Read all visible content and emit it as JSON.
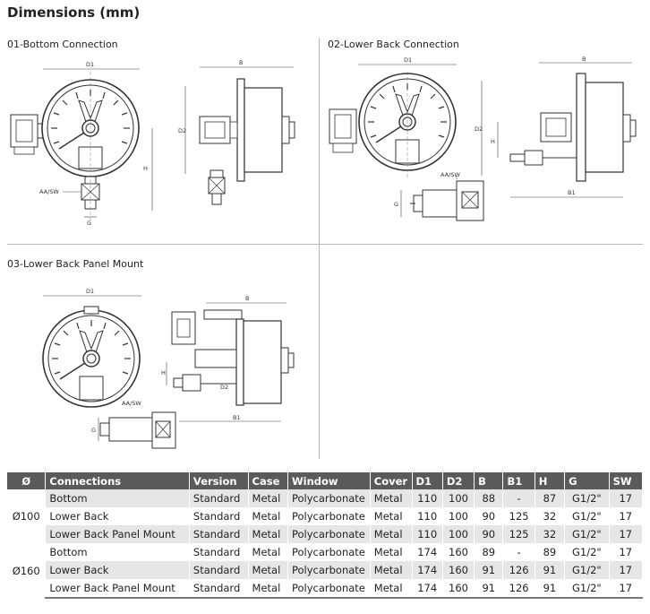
{
  "title": "Dimensions (mm)",
  "sections": {
    "s01": "01-Bottom Connection",
    "s02": "02-Lower Back Connection",
    "s03": "03-Lower Back Panel Mount"
  },
  "dim_labels": {
    "d1": "D1",
    "d2": "D2",
    "b": "B",
    "b1": "B1",
    "h": "H",
    "g": "G",
    "aasw": "AA/SW"
  },
  "table": {
    "headers": [
      "Ø",
      "Connections",
      "Version",
      "Case",
      "Window",
      "Cover",
      "D1",
      "D2",
      "B",
      "B1",
      "H",
      "G",
      "SW"
    ],
    "groups": [
      {
        "diameter": "Ø100",
        "rows": [
          [
            "Bottom",
            "Standard",
            "Metal",
            "Polycarbonate",
            "Metal",
            "110",
            "100",
            "88",
            "-",
            "87",
            "G1/2\"",
            "17"
          ],
          [
            "Lower Back",
            "Standard",
            "Metal",
            "Polycarbonate",
            "Metal",
            "110",
            "100",
            "90",
            "125",
            "32",
            "G1/2\"",
            "17"
          ],
          [
            "Lower Back Panel Mount",
            "Standard",
            "Metal",
            "Polycarbonate",
            "Metal",
            "110",
            "100",
            "90",
            "125",
            "32",
            "G1/2\"",
            "17"
          ]
        ]
      },
      {
        "diameter": "Ø160",
        "rows": [
          [
            "Bottom",
            "Standard",
            "Metal",
            "Polycarbonate",
            "Metal",
            "174",
            "160",
            "89",
            "-",
            "89",
            "G1/2\"",
            "17"
          ],
          [
            "Lower Back",
            "Standard",
            "Metal",
            "Polycarbonate",
            "Metal",
            "174",
            "160",
            "91",
            "126",
            "91",
            "G1/2\"",
            "17"
          ],
          [
            "Lower Back Panel Mount",
            "Standard",
            "Metal",
            "Polycarbonate",
            "Metal",
            "174",
            "160",
            "91",
            "126",
            "91",
            "G1/2\"",
            "17"
          ]
        ]
      }
    ]
  }
}
